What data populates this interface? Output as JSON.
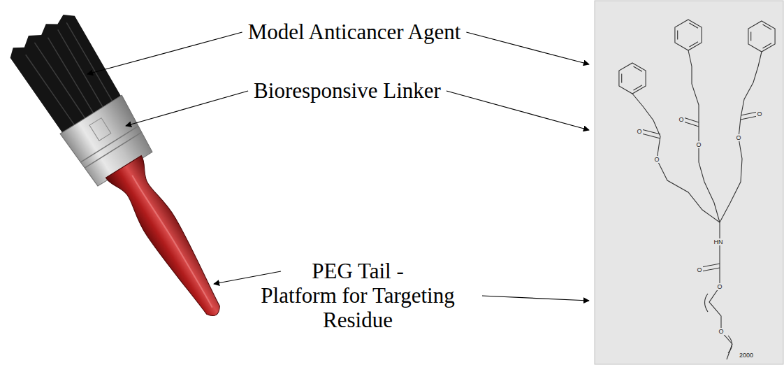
{
  "diagram": {
    "labels": [
      "Model Anticancer Agent",
      "Bioresponsive Linker",
      "PEG Tail - Platform for Targeting Residue",
      "O",
      "O",
      "O",
      "O",
      "O",
      "O",
      "O",
      "O",
      "O",
      "HN",
      "2000"
    ]
  }
}
